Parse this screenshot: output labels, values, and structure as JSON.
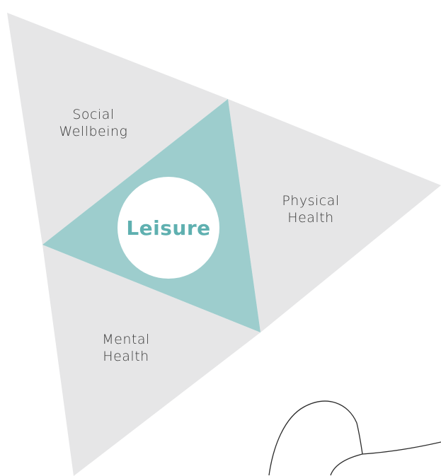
{
  "colors": {
    "segment_fill": "#e6e6e7",
    "center_triangle_fill": "#9dcdcd",
    "center_circle_fill": "#ffffff",
    "center_text": "#5fb0b0",
    "label_text": "#3a3a3a",
    "doodle_stroke": "#2b2b2b"
  },
  "diagram": {
    "center_label": "Leisure",
    "segments": [
      {
        "id": "social",
        "line1": "Social",
        "line2": "Wellbeing"
      },
      {
        "id": "physical",
        "line1": "Physical",
        "line2": "Health"
      },
      {
        "id": "mental",
        "line1": "Mental",
        "line2": "Health"
      }
    ]
  }
}
